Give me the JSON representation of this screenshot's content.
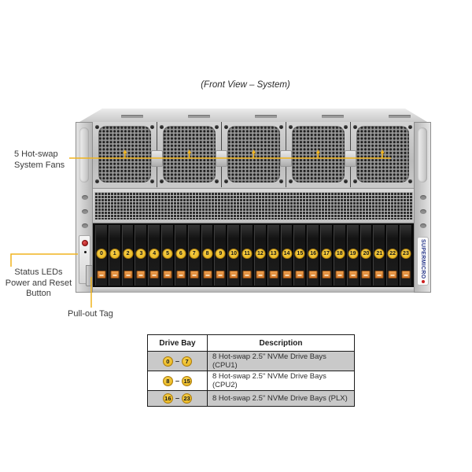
{
  "title": "(Front View – System)",
  "callouts": {
    "fans": {
      "line1": "5 Hot-swap",
      "line2": "System Fans"
    },
    "status": {
      "line1": "Status LEDs",
      "line2": "Power and Reset",
      "line3": "Button"
    },
    "pullout": {
      "label": "Pull-out Tag"
    }
  },
  "chassis": {
    "brand": "SUPERMICRO",
    "fan_count": 5,
    "drive_bay_numbers": [
      0,
      1,
      2,
      3,
      4,
      5,
      6,
      7,
      8,
      9,
      10,
      11,
      12,
      13,
      14,
      15,
      16,
      17,
      18,
      19,
      20,
      21,
      22,
      23
    ]
  },
  "colors": {
    "callout": "#F0B41E",
    "badge_fill": "#E9B71D",
    "badge_border": "#A87A10",
    "latch_orange": "#DD8A3C",
    "table_row_gray": "#C9C9C9",
    "brand_blue": "#2B3A8C",
    "power_red": "#B41C1C"
  },
  "table": {
    "headers": [
      "Drive Bay",
      "Description"
    ],
    "rows": [
      {
        "from": "0",
        "to": "7",
        "description": "8 Hot-swap 2.5\" NVMe Drive Bays (CPU1)"
      },
      {
        "from": "8",
        "to": "15",
        "description": "8 Hot-swap 2.5\" NVMe Drive Bays (CPU2)"
      },
      {
        "from": "16",
        "to": "23",
        "description": "8 Hot-swap 2.5\" NVMe Drive Bays (PLX)"
      }
    ]
  }
}
